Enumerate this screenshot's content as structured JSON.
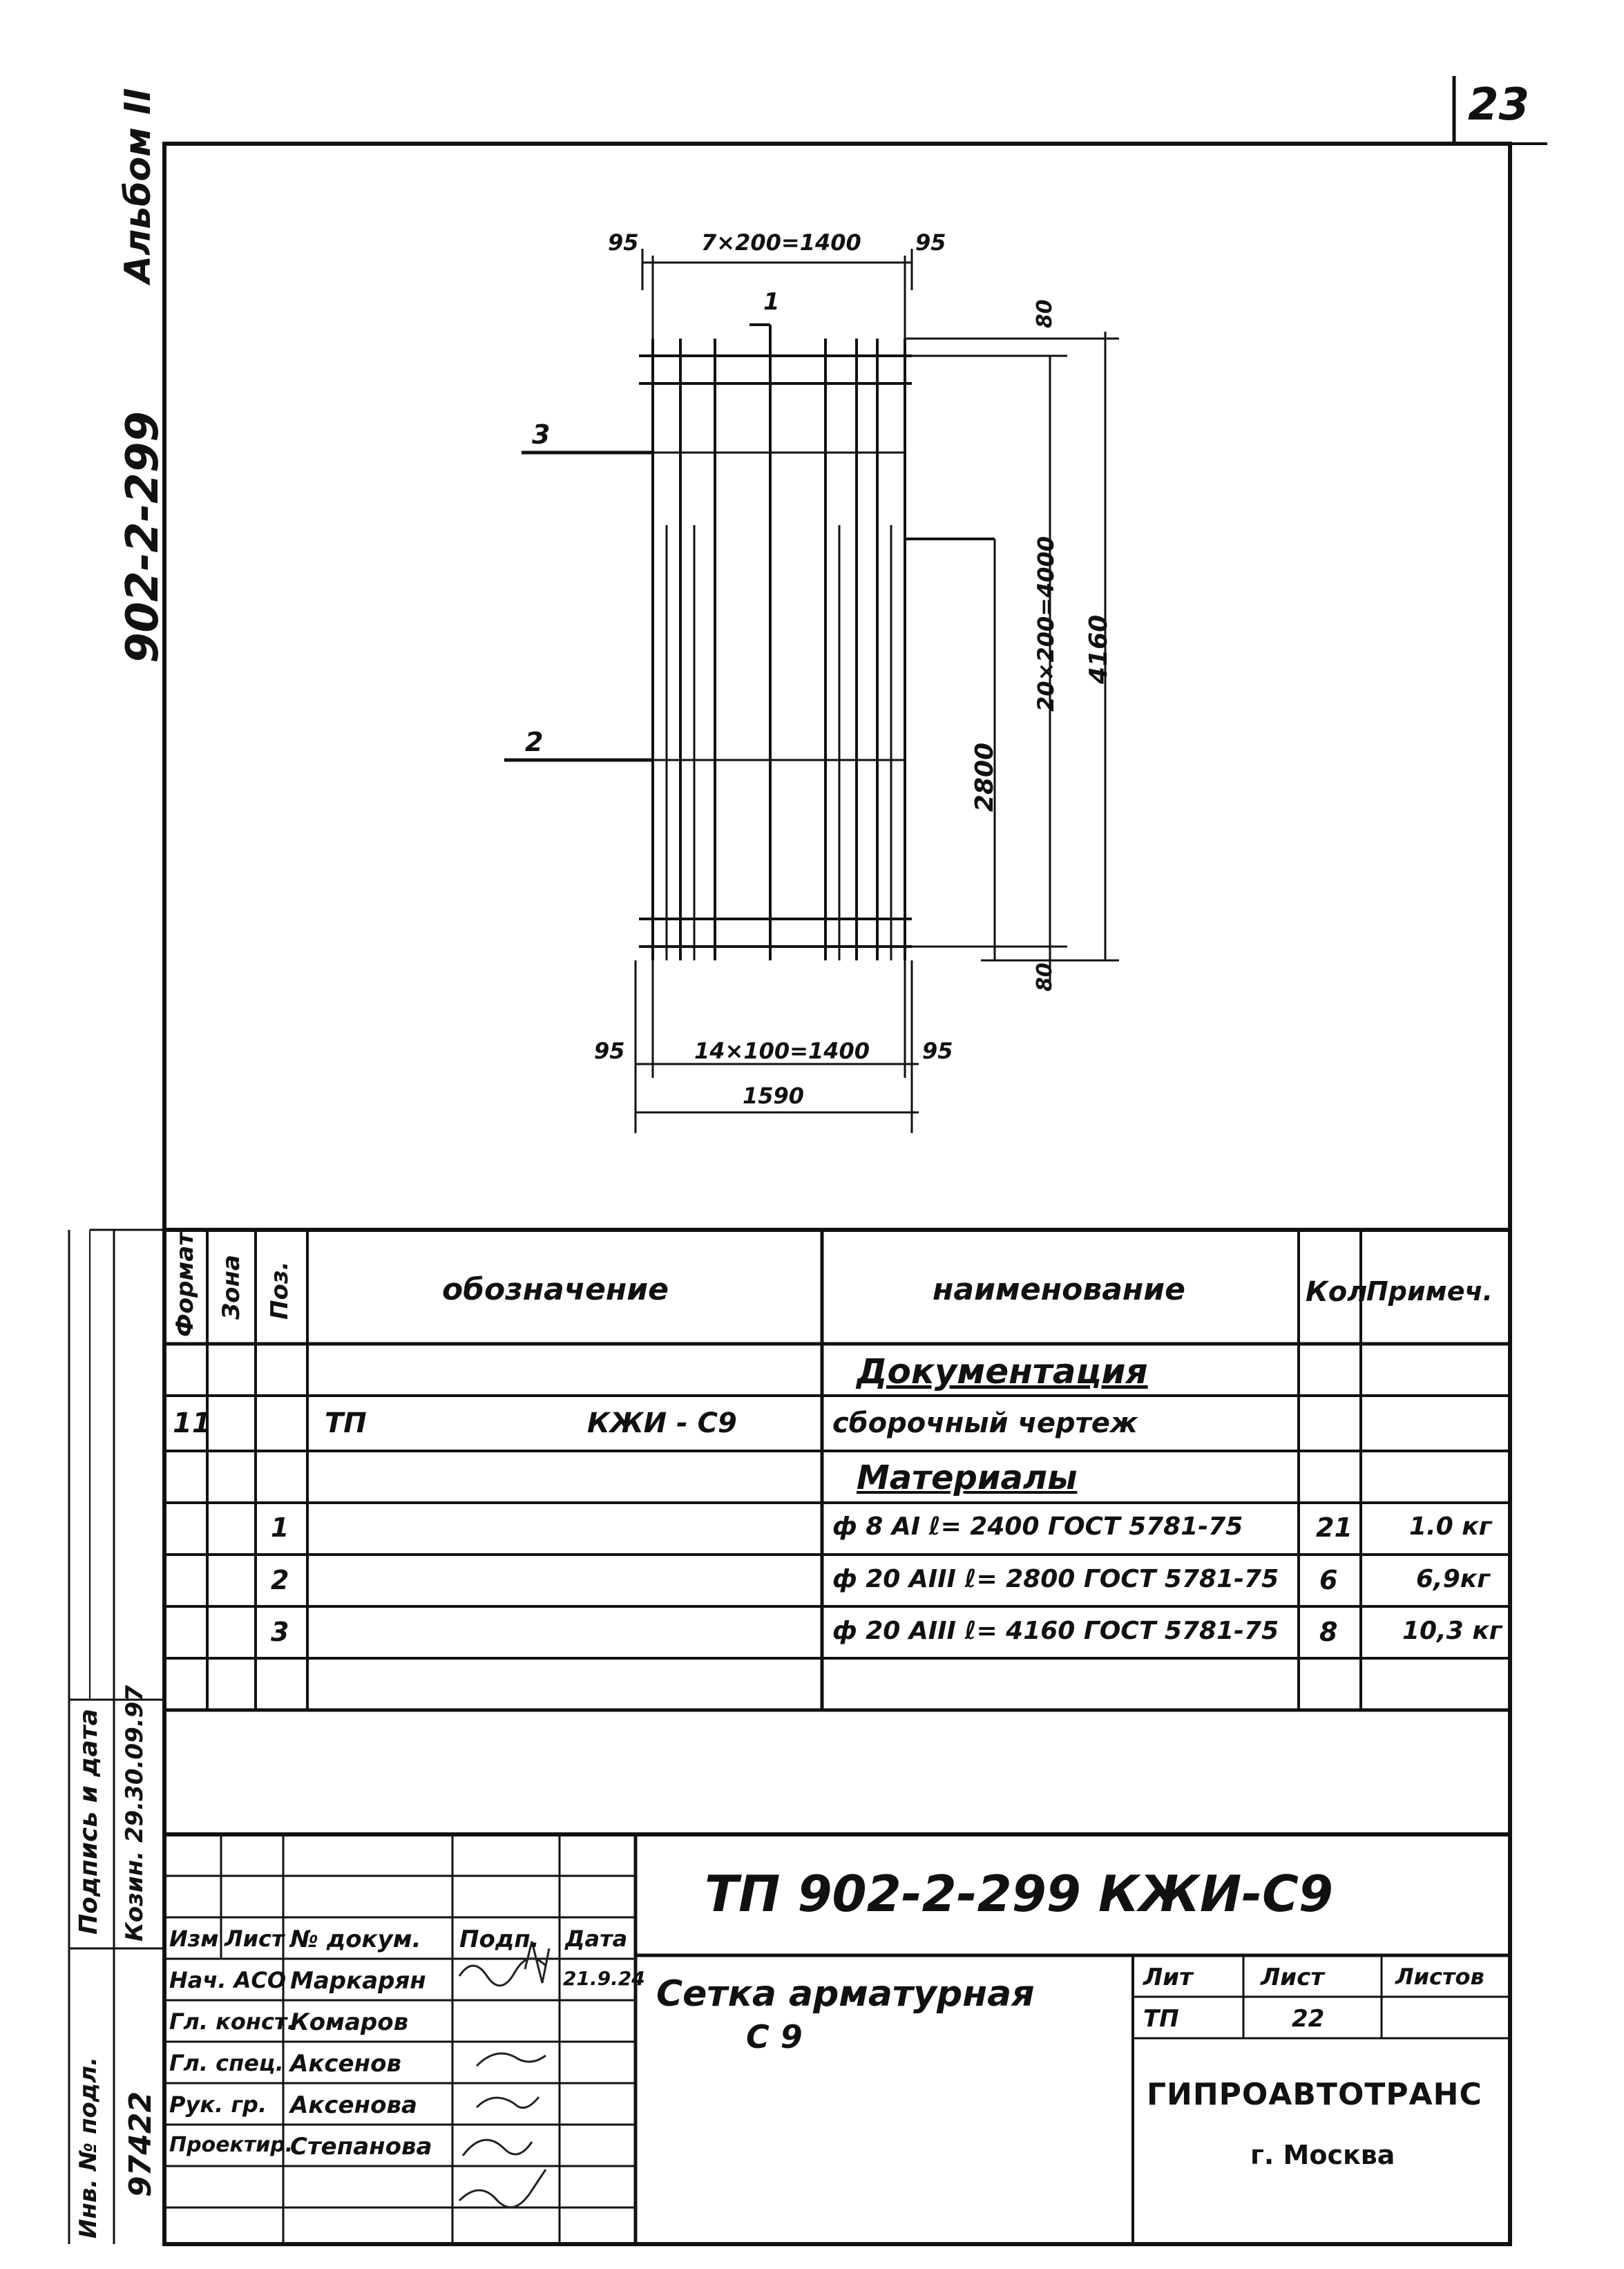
{
  "page_number": "23",
  "margin": {
    "album": "Альбом II",
    "project_code": "902-2-299"
  },
  "drawing": {
    "dim_top_left": "95",
    "dim_top_mid": "7×200=1400",
    "dim_top_right": "95",
    "dim_right_small_top": "80",
    "dim_right_spacing": "20×200=4000",
    "dim_right_total": "4160",
    "dim_right_partial": "2800",
    "dim_right_small_bottom": "80",
    "dim_bottom_left": "95",
    "dim_bottom_mid": "14×100=1400",
    "dim_bottom_right": "95",
    "dim_bottom_total": "1590",
    "pos_top": "1",
    "pos_left_upper": "3",
    "pos_left_lower": "2"
  },
  "spec": {
    "headers": {
      "format": "Формат",
      "zone": "Зона",
      "pos": "Поз.",
      "designation": "обозначение",
      "name": "наименование",
      "qty": "Кол",
      "note": "Примеч."
    },
    "section_docs": "Документация",
    "row_doc": {
      "format": "11",
      "designation_a": "ТП",
      "designation_b": "КЖИ - С9",
      "name": "сборочный чертеж"
    },
    "section_materials": "Материалы",
    "rows": [
      {
        "pos": "1",
        "name": "ф 8 AI  ℓ= 2400 ГОСТ 5781-75",
        "qty": "21",
        "note": "1.0 кг"
      },
      {
        "pos": "2",
        "name": "ф 20 AIII  ℓ= 2800 ГОСТ 5781-75",
        "qty": "6",
        "note": "6,9кг"
      },
      {
        "pos": "3",
        "name": "ф 20 AIII  ℓ= 4160 ГОСТ 5781-75",
        "qty": "8",
        "note": "10,3 кг"
      }
    ]
  },
  "left_stamp": {
    "inv_label": "Инв. № подл.",
    "inv_value": "97422",
    "sign_label": "Подпись и дата",
    "sign_value": "Козин. 29.30.09.97"
  },
  "title_block": {
    "col_izm": "Изм",
    "col_list": "Лист",
    "col_doc": "№ докум.",
    "col_sign": "Подп.",
    "col_date": "Дата",
    "roles": [
      {
        "role": "Нач. АСО",
        "name": "Маркарян",
        "date": "21.9.24"
      },
      {
        "role": "Гл. конст.",
        "name": "Комаров",
        "date": ""
      },
      {
        "role": "Гл. спец.",
        "name": "Аксенов",
        "date": ""
      },
      {
        "role": "Рук. гр.",
        "name": "Аксенова",
        "date": ""
      },
      {
        "role": "Проектир.",
        "name": "Степанова",
        "date": ""
      }
    ],
    "doc_number": "ТП 902-2-299 КЖИ-С9",
    "title_line1": "Сетка арматурная",
    "title_line2": "С 9",
    "lit_label": "Лит",
    "sheet_label": "Лист",
    "sheets_label": "Листов",
    "lit_value": "ТП",
    "sheet_value": "22",
    "org": "ГИПРОАВТОТРАНС",
    "city": "г. Москва"
  }
}
